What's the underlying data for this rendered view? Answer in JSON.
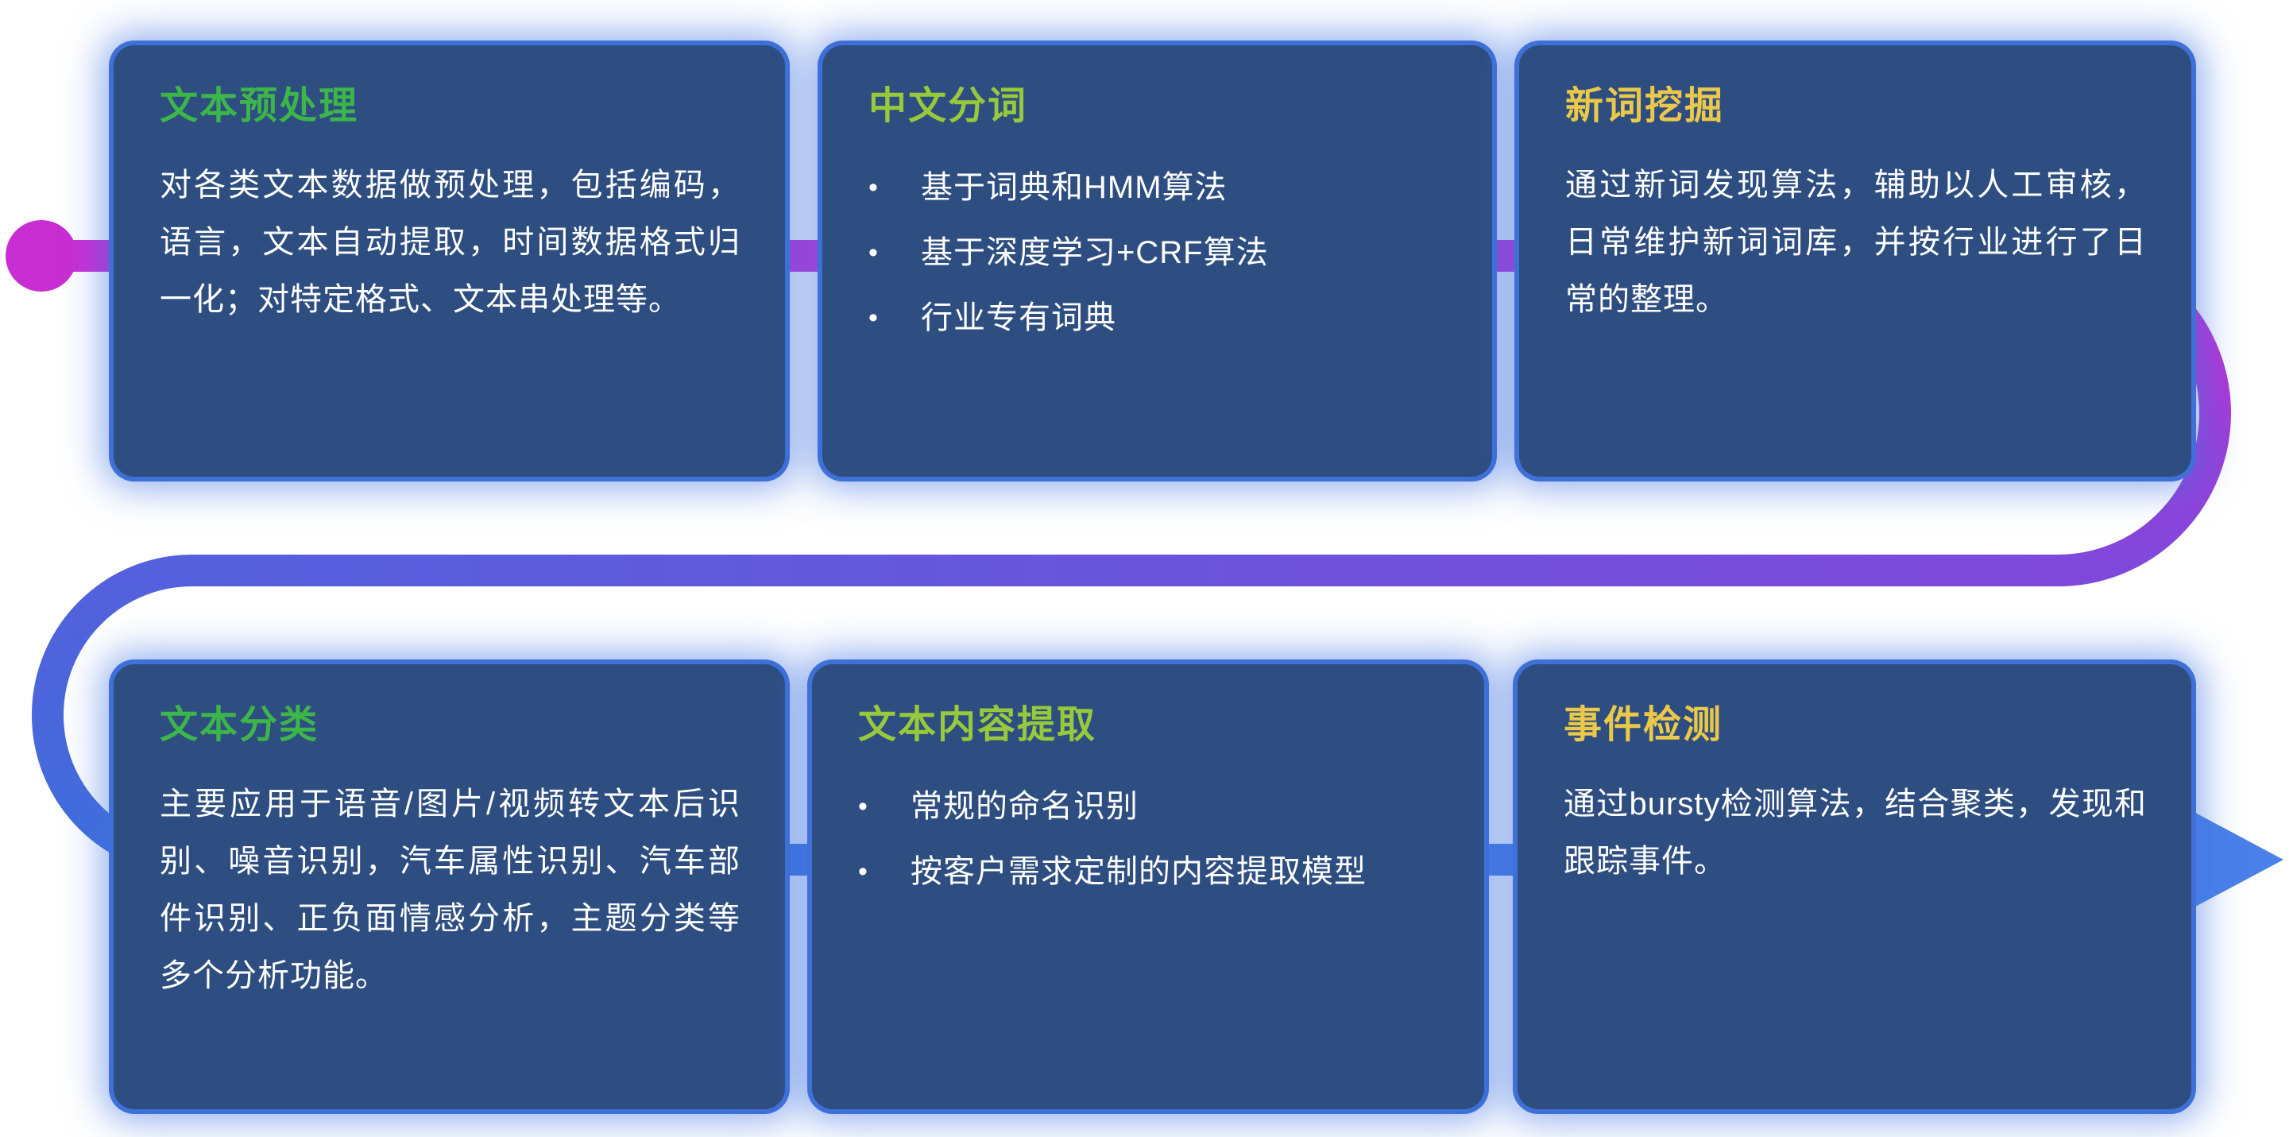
{
  "ui": {
    "bullet": "•"
  },
  "colors": {
    "card_bg": "#2e4d80",
    "card_glow": "#3e70d8",
    "body_text": "#ffffff",
    "title_green": "#3cb54a",
    "title_lime": "#97c93d",
    "title_yellow": "#e9c84a",
    "flow_magenta": "#c92ed3",
    "flow_purple": "#7e49db",
    "flow_indigo": "#5560dd",
    "flow_blue": "#3f6edb",
    "flow_blue_light": "#4a80e8"
  },
  "cards": [
    {
      "title": "文本预处理",
      "title_color": "#3cb54a",
      "body": "对各类文本数据做预处理，包括编码，语言，文本自动提取，时间数据格式归一化；对特定格式、文本串处理等。"
    },
    {
      "title": "中文分词",
      "title_color": "#97c93d",
      "bullets": [
        "基于词典和HMM算法",
        "基于深度学习+CRF算法",
        "行业专有词典"
      ]
    },
    {
      "title": "新词挖掘",
      "title_color": "#e9c84a",
      "body": "通过新词发现算法，辅助以人工审核，日常维护新词词库，并按行业进行了日常的整理。"
    },
    {
      "title": "文本分类",
      "title_color": "#3cb54a",
      "body": "主要应用于语音/图片/视频转文本后识别、噪音识别，汽车属性识别、汽车部件识别、正负面情感分析，主题分类等多个分析功能。"
    },
    {
      "title": "文本内容提取",
      "title_color": "#97c93d",
      "bullets": [
        "常规的命名识别",
        "按客户需求定制的内容提取模型"
      ]
    },
    {
      "title": "事件检测",
      "title_color": "#e9c84a",
      "body": "通过bursty检测算法，结合聚类，发现和跟踪事件。"
    }
  ]
}
